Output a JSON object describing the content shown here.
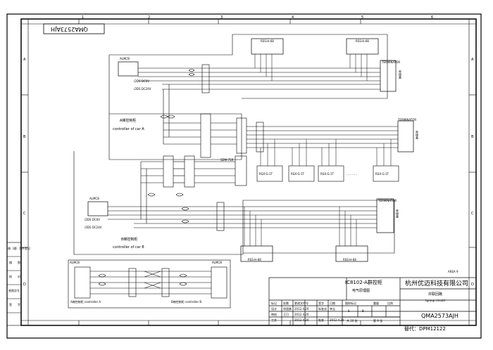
{
  "frame": {
    "columns": [
      "1",
      "2",
      "3",
      "4",
      "5",
      "6"
    ],
    "rows": [
      "A",
      "B",
      "C",
      "D"
    ],
    "corner_code": "QMA2573AJH",
    "area": "AREA 9",
    "left_strip": [
      "借（通）用件登记",
      "描　　图",
      "校　　对",
      "底图总号",
      "签　　字"
    ]
  },
  "diagram": {
    "elevator_a": {
      "label_cn": "A梯控制柜",
      "label_en": "controller of car A"
    },
    "elevator_b": {
      "label_cn": "B梯控制柜",
      "label_en": "controller of car B"
    },
    "almcb": "ALMCB",
    "terminator": "TERMINATOR",
    "hall_label": "呼梯盒",
    "rss_label": "RSS-H-68",
    "sdm_label": "SDM-7SR",
    "rsx_label": "RSX-G-1T",
    "power_dc0v": "/2DS  DC0V",
    "power_dc24v": "/2DS  DC24V",
    "bottom_left_cn": "A梯控制柜  controller A",
    "bottom_right_cn": "B梯控制柜  controller B",
    "dashes": "- - - - - -"
  },
  "title_block": {
    "product": "IC8102-A群控柜",
    "doc": "电气原理图",
    "company": "杭州优迈科技有限公司",
    "circuit_cn": "并联回路",
    "circuit_en": "(group circuit)",
    "drawing_no": "QMA2573AJH",
    "change": "替代：DPM12122",
    "rows": [
      [
        "标记",
        "处数",
        "更改文件号",
        "签字",
        "日期"
      ],
      [
        "设计",
        "徐国勇",
        "2012.4.20",
        "标准化",
        "李吉"
      ],
      [
        "审核",
        "王日",
        "2012.4.20",
        "",
        ""
      ],
      [
        "工艺",
        "",
        "2012.4.20",
        "批准",
        "2012.4.20"
      ]
    ],
    "stage": "图样标记",
    "weight": "重量",
    "scale": "比例",
    "mark_s": "S",
    "mark_b": "B",
    "page_total": "共 20 张",
    "page_no": "第 9 张"
  }
}
